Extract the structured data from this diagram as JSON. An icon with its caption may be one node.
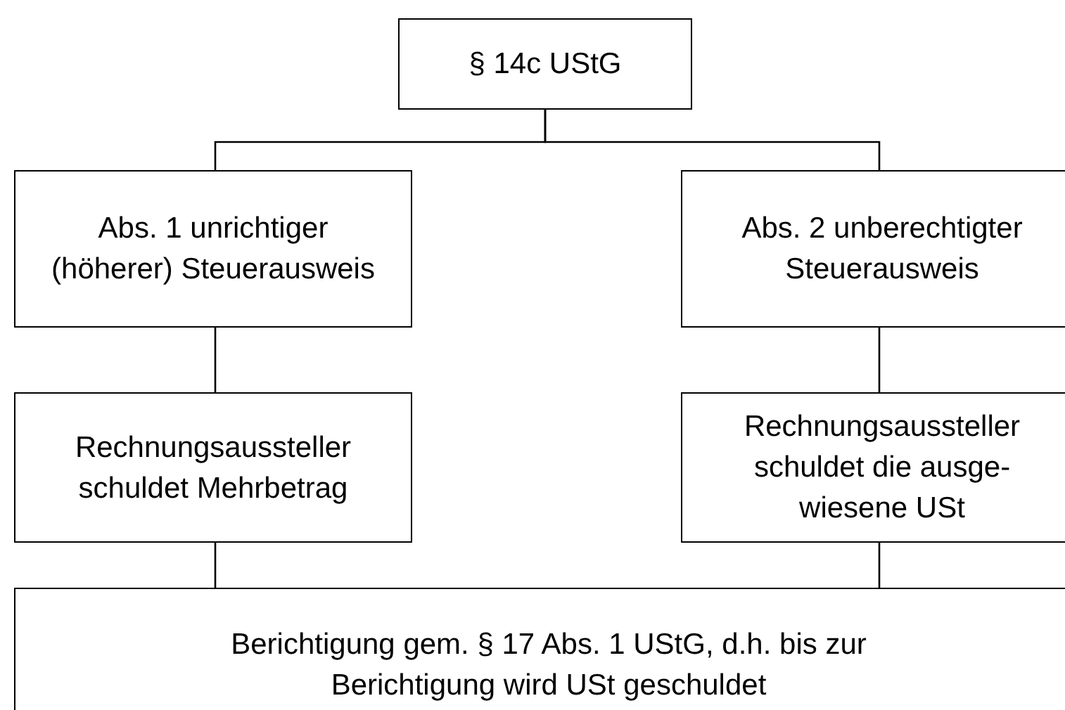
{
  "diagram": {
    "nodes": [
      {
        "text": [
          "§ 14c UStG"
        ]
      },
      {
        "text": [
          "Abs. 1 unrichtiger (höherer) Steuerausweis"
        ]
      },
      {
        "text": [
          "Abs. 2 unberechtigter Steuerausweis"
        ]
      },
      {
        "text": [
          "Rechnungsaussteller schuldet Mehrbetrag"
        ]
      },
      {
        "text": [
          "Rechnungsaussteller schuldet die ausge- wiesene USt"
        ]
      },
      {
        "text": [
          "Berichtigung gem.  § 17 Abs. 1 UStG, d.h. bis zur Berichtigung wird USt geschuldet"
        ]
      }
    ],
    "edges": [
      {
        "from": 0,
        "to": 1,
        "arrow": "none"
      },
      {
        "from": 0,
        "to": 2,
        "arrow": "none"
      },
      {
        "from": 1,
        "to": 3,
        "arrow": "none"
      },
      {
        "from": 2,
        "to": 4,
        "arrow": "none"
      },
      {
        "from": 3,
        "to": 5,
        "arrow": "none"
      },
      {
        "from": 4,
        "to": 5,
        "arrow": "none"
      }
    ]
  }
}
